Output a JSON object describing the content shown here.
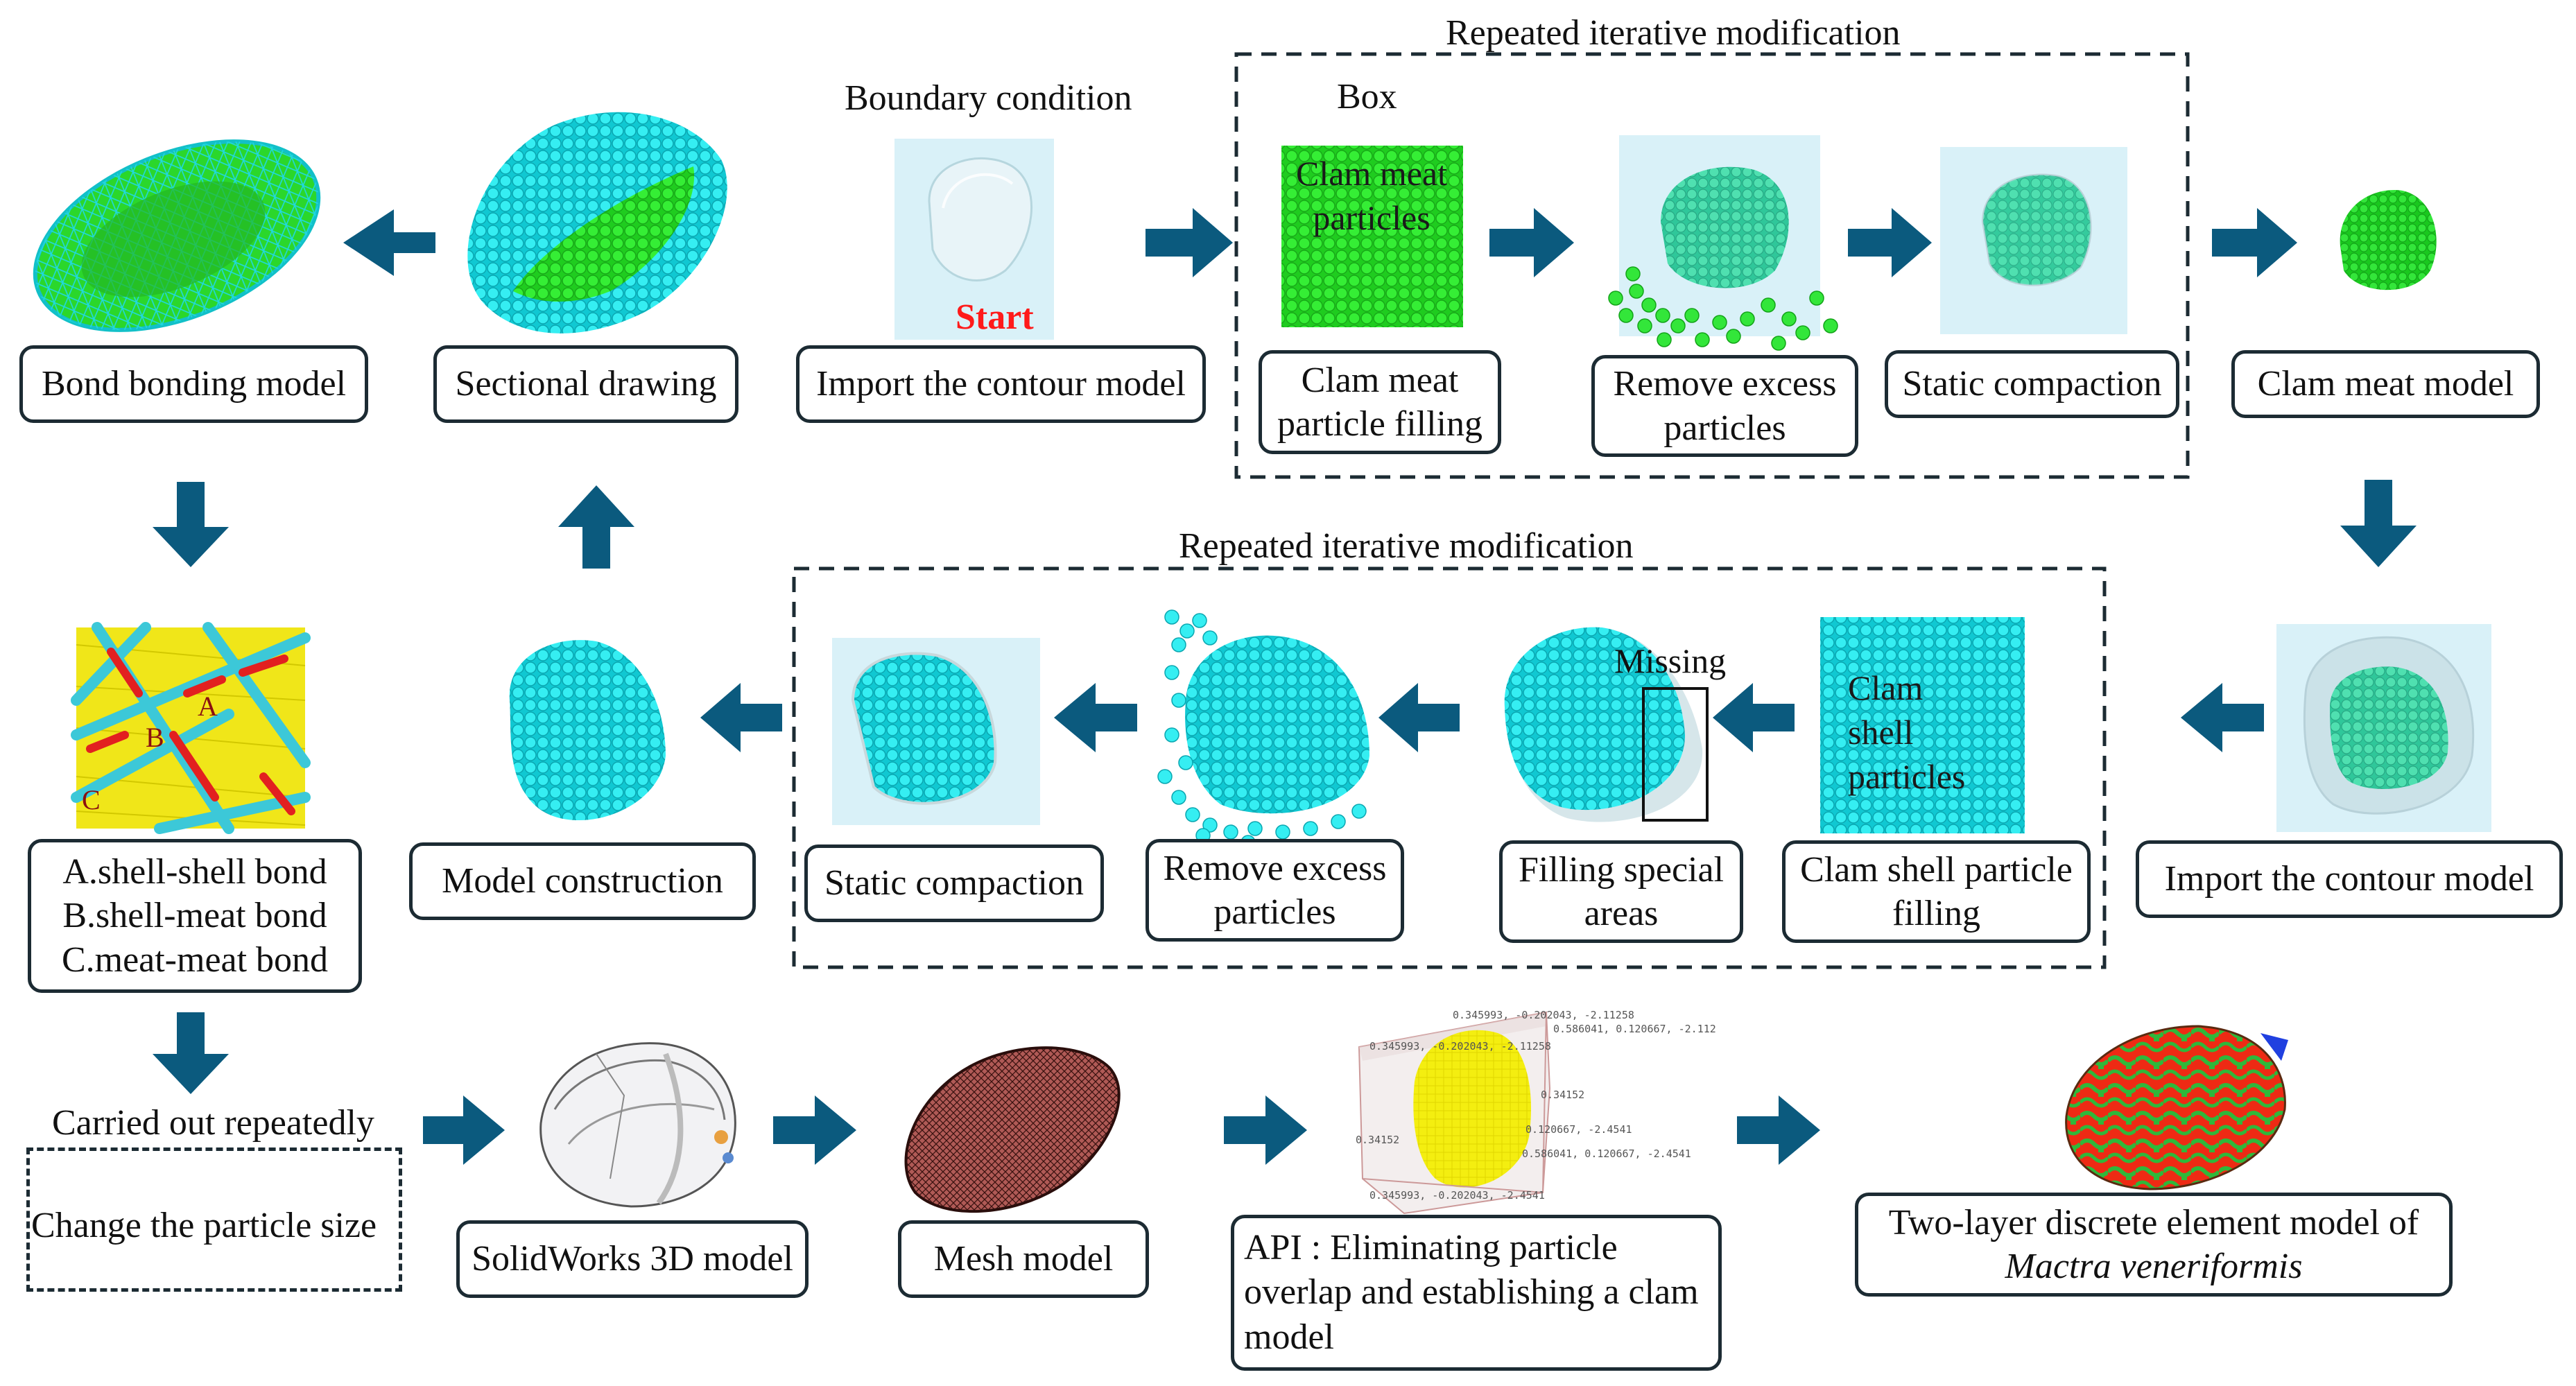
{
  "top_section": {
    "iterative_title": "Repeated iterative modification",
    "boundary_condition_label": "Boundary condition",
    "box_label": "Box",
    "start_label": "Start",
    "clam_meat_particles_label": "Clam meat particles",
    "steps": {
      "bond_bonding_model": "Bond bonding model",
      "sectional_drawing": "Sectional drawing",
      "import_contour_model": "Import the contour model",
      "clam_meat_particle_filling": "Clam meat particle filling",
      "remove_excess_particles": "Remove excess particles",
      "static_compaction": "Static compaction",
      "clam_meat_model": "Clam meat model"
    }
  },
  "middle_section": {
    "iterative_title": "Repeated iterative modification",
    "missing_label": "Missing",
    "clam_shell_particles_label": "Clam shell particles",
    "bond_letters": {
      "a": "A",
      "b": "B",
      "c": "C"
    },
    "bond_legend": {
      "a": "A.shell-shell bond",
      "b": "B.shell-meat bond",
      "c": "C.meat-meat bond"
    },
    "steps": {
      "model_construction": "Model construction",
      "static_compaction": "Static compaction",
      "remove_excess_particles": "Remove excess particles",
      "filling_special_areas": "Filling special areas",
      "clam_shell_particle_filling": "Clam shell particle filling",
      "import_contour_model": "Import the contour model"
    }
  },
  "bottom_section": {
    "carried_out_repeatedly": "Carried out repeatedly",
    "change_particle_size": "Change the particle size",
    "solidworks_model": "SolidWorks 3D model",
    "mesh_model": "Mesh model",
    "api_label": "API : Eliminating particle overlap and establishing a clam model",
    "final_model_prefix": "Two-layer discrete element model of",
    "final_model_species": "Mactra veneriformis",
    "api_coords": [
      "0.345993, -0.202043, -2.11258",
      "0.586041, 0.120667, -2.112",
      "0.345993, -0.202043, -2.11258",
      "0.34152",
      "0.120667, -2.4541",
      "0.586041, 0.120667, -2.4541",
      "0.34152",
      "0.345993, -0.202043, -2.4541"
    ]
  },
  "colors": {
    "arrow": "#0b5a7e",
    "shell_particles": "#1ee6ee",
    "meat_particles": "#22dd22",
    "contour_bg": "#d9f1f8",
    "mesh": "#a34f4b",
    "final_red": "#ee2a14",
    "final_green": "#2fb83a",
    "api_yellow": "#f0ea0a",
    "start_red": "#ff1a1a",
    "box_border": "#1c2b33"
  }
}
